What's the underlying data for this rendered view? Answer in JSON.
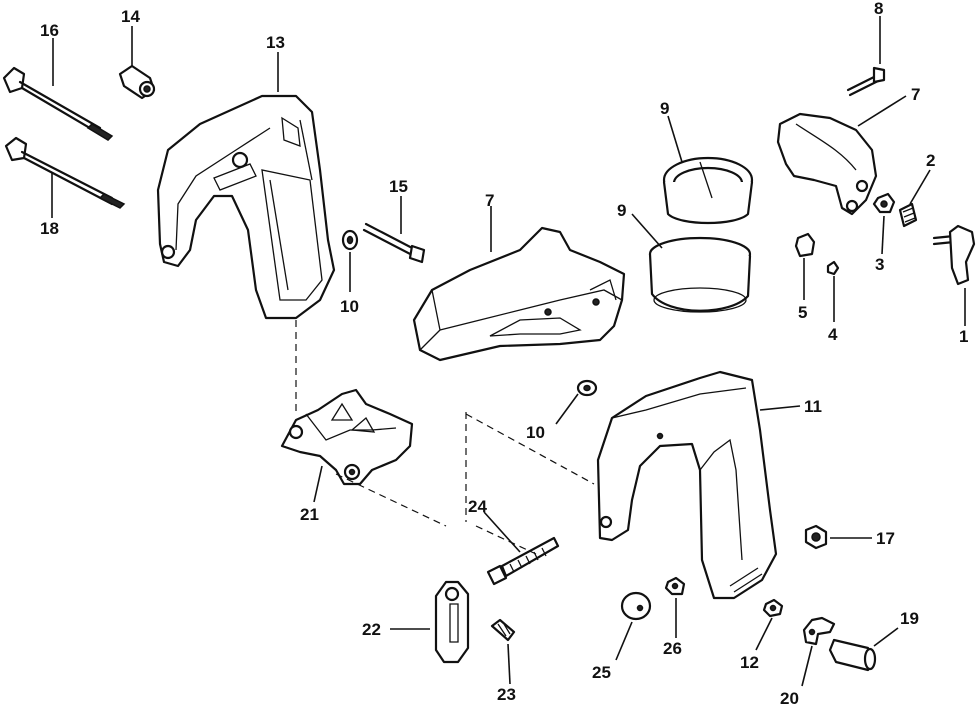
{
  "diagram": {
    "labels": {
      "l1": "1",
      "l2": "2",
      "l3": "3",
      "l4": "4",
      "l5": "5",
      "l7a": "7",
      "l7b": "7",
      "l8": "8",
      "l9a": "9",
      "l9b": "9",
      "l10a": "10",
      "l10b": "10",
      "l11": "11",
      "l12": "12",
      "l13": "13",
      "l14": "14",
      "l15": "15",
      "l16": "16",
      "l17": "17",
      "l18": "18",
      "l19": "19",
      "l20": "20",
      "l21": "21",
      "l22": "22",
      "l23": "23",
      "l24": "24",
      "l25": "25",
      "l26": "26"
    }
  }
}
